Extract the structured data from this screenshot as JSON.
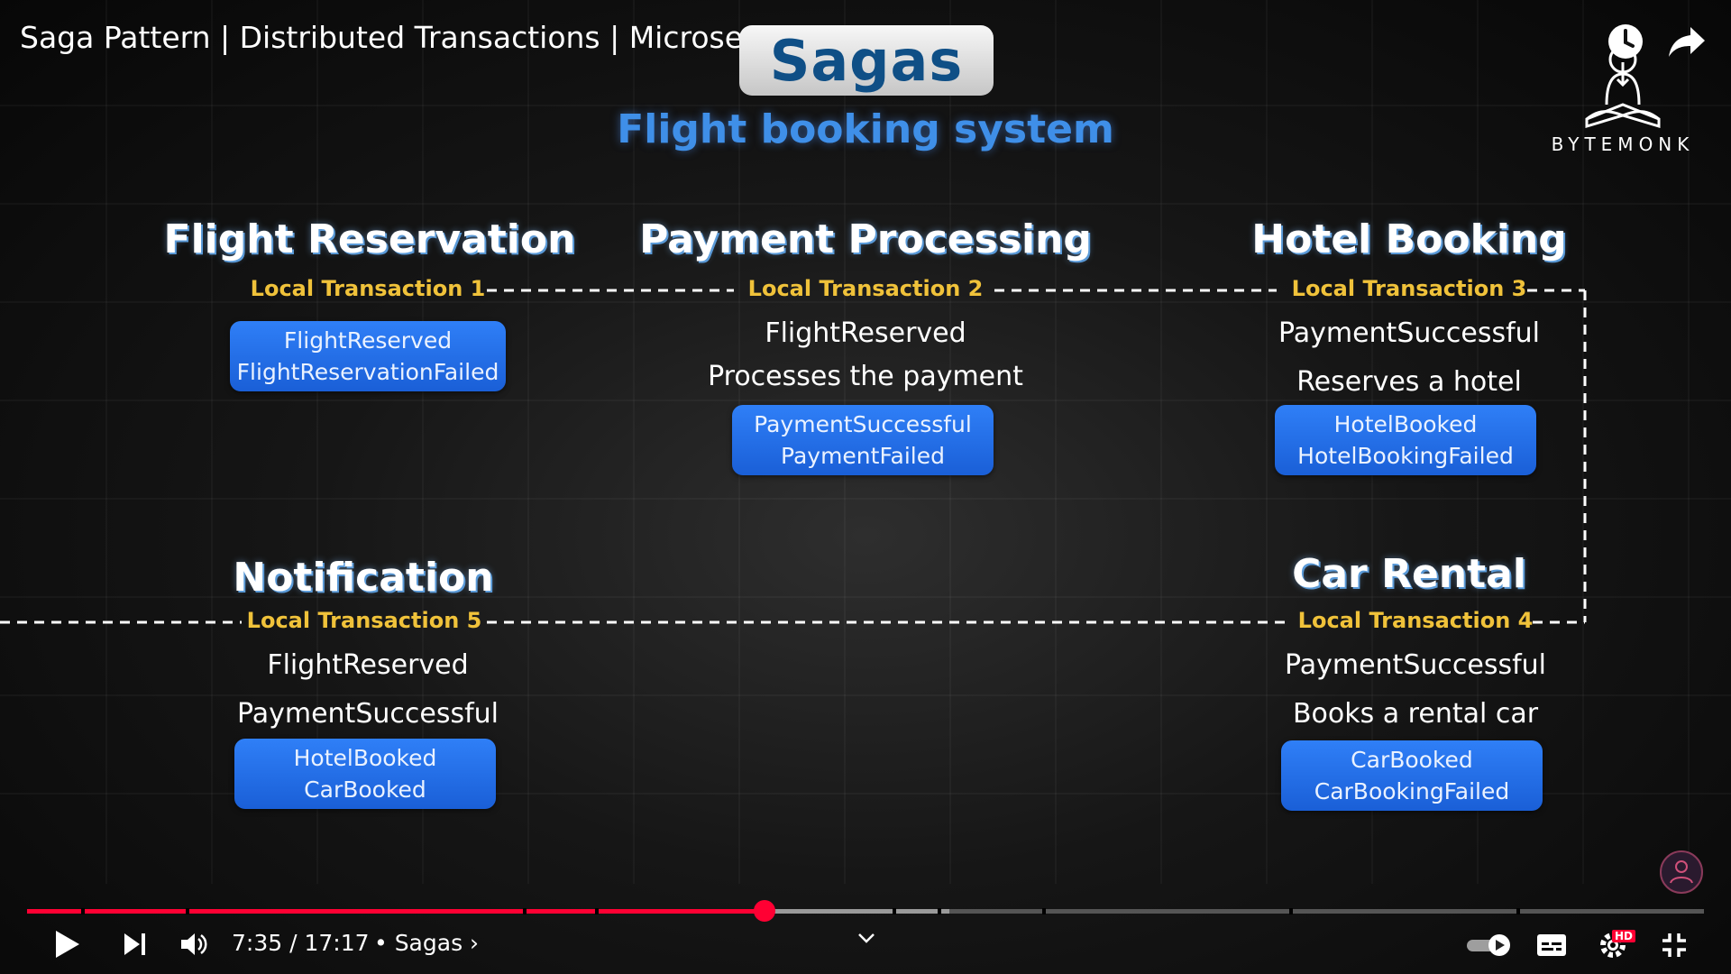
{
  "video": {
    "title": "Saga Pattern | Distributed Transactions | Microservices"
  },
  "slide": {
    "badge": "Sagas",
    "subtitle": "Flight booking system",
    "logo_text": "BYTEMONK",
    "services": {
      "flight": {
        "title": "Flight Reservation",
        "local_tx": "Local Transaction 1",
        "events": [
          "FlightReserved",
          "FlightReservationFailed"
        ]
      },
      "payment": {
        "title": "Payment Processing",
        "local_tx": "Local Transaction 2",
        "inputs": [
          "FlightReserved",
          "Processes the payment"
        ],
        "events": [
          "PaymentSuccessful",
          "PaymentFailed"
        ]
      },
      "hotel": {
        "title": "Hotel Booking",
        "local_tx": "Local Transaction 3",
        "inputs": [
          "PaymentSuccessful",
          "Reserves a hotel"
        ],
        "events": [
          "HotelBooked",
          "HotelBookingFailed"
        ]
      },
      "car": {
        "title": "Car Rental",
        "local_tx": "Local Transaction 4",
        "inputs": [
          "PaymentSuccessful",
          "Books a rental car"
        ],
        "events": [
          "CarBooked",
          "CarBookingFailed"
        ]
      },
      "notification": {
        "title": "Notification",
        "local_tx": "Local Transaction 5",
        "inputs": [
          "FlightReserved",
          "PaymentSuccessful"
        ],
        "events": [
          "HotelBooked",
          "CarBooked"
        ]
      }
    }
  },
  "player": {
    "current_time": "7:35",
    "duration": "17:17",
    "time_display": "7:35 / 17:17",
    "chapter": "• Sagas ›",
    "progress_fraction": 0.44,
    "buffered_fraction": 0.55,
    "quality_badge": "HD",
    "icons": [
      "play-icon",
      "next-icon",
      "volume-icon",
      "autoplay-toggle",
      "captions-icon",
      "settings-icon",
      "exit-fullscreen-icon",
      "watch-later-icon",
      "share-icon",
      "chevron-down-icon"
    ],
    "accent_color": "#ff0033"
  }
}
